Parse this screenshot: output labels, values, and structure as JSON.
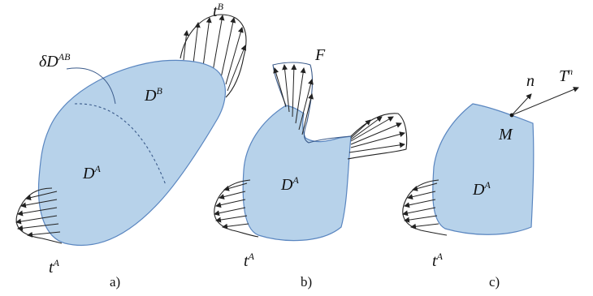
{
  "colors": {
    "body_fill": "#b7d2ea",
    "body_stroke": "#5a86c0",
    "ink": "#111111"
  },
  "panels": [
    {
      "caption": "a)",
      "labels": {
        "boundary": "δD",
        "boundary_sup": "AB",
        "region_b": "D",
        "region_b_sup": "B",
        "region_a": "D",
        "region_a_sup": "A",
        "traction_b": "t",
        "traction_b_sup": "B",
        "traction_a": "t",
        "traction_a_sup": "A"
      }
    },
    {
      "caption": "b)",
      "labels": {
        "force": "F",
        "region_a": "D",
        "region_a_sup": "A",
        "traction_a": "t",
        "traction_a_sup": "A"
      }
    },
    {
      "caption": "c)",
      "labels": {
        "normal": "n",
        "stress": "T",
        "stress_sup": "n",
        "point": "M",
        "region_a": "D",
        "region_a_sup": "A",
        "traction_a": "t",
        "traction_a_sup": "A"
      }
    }
  ]
}
